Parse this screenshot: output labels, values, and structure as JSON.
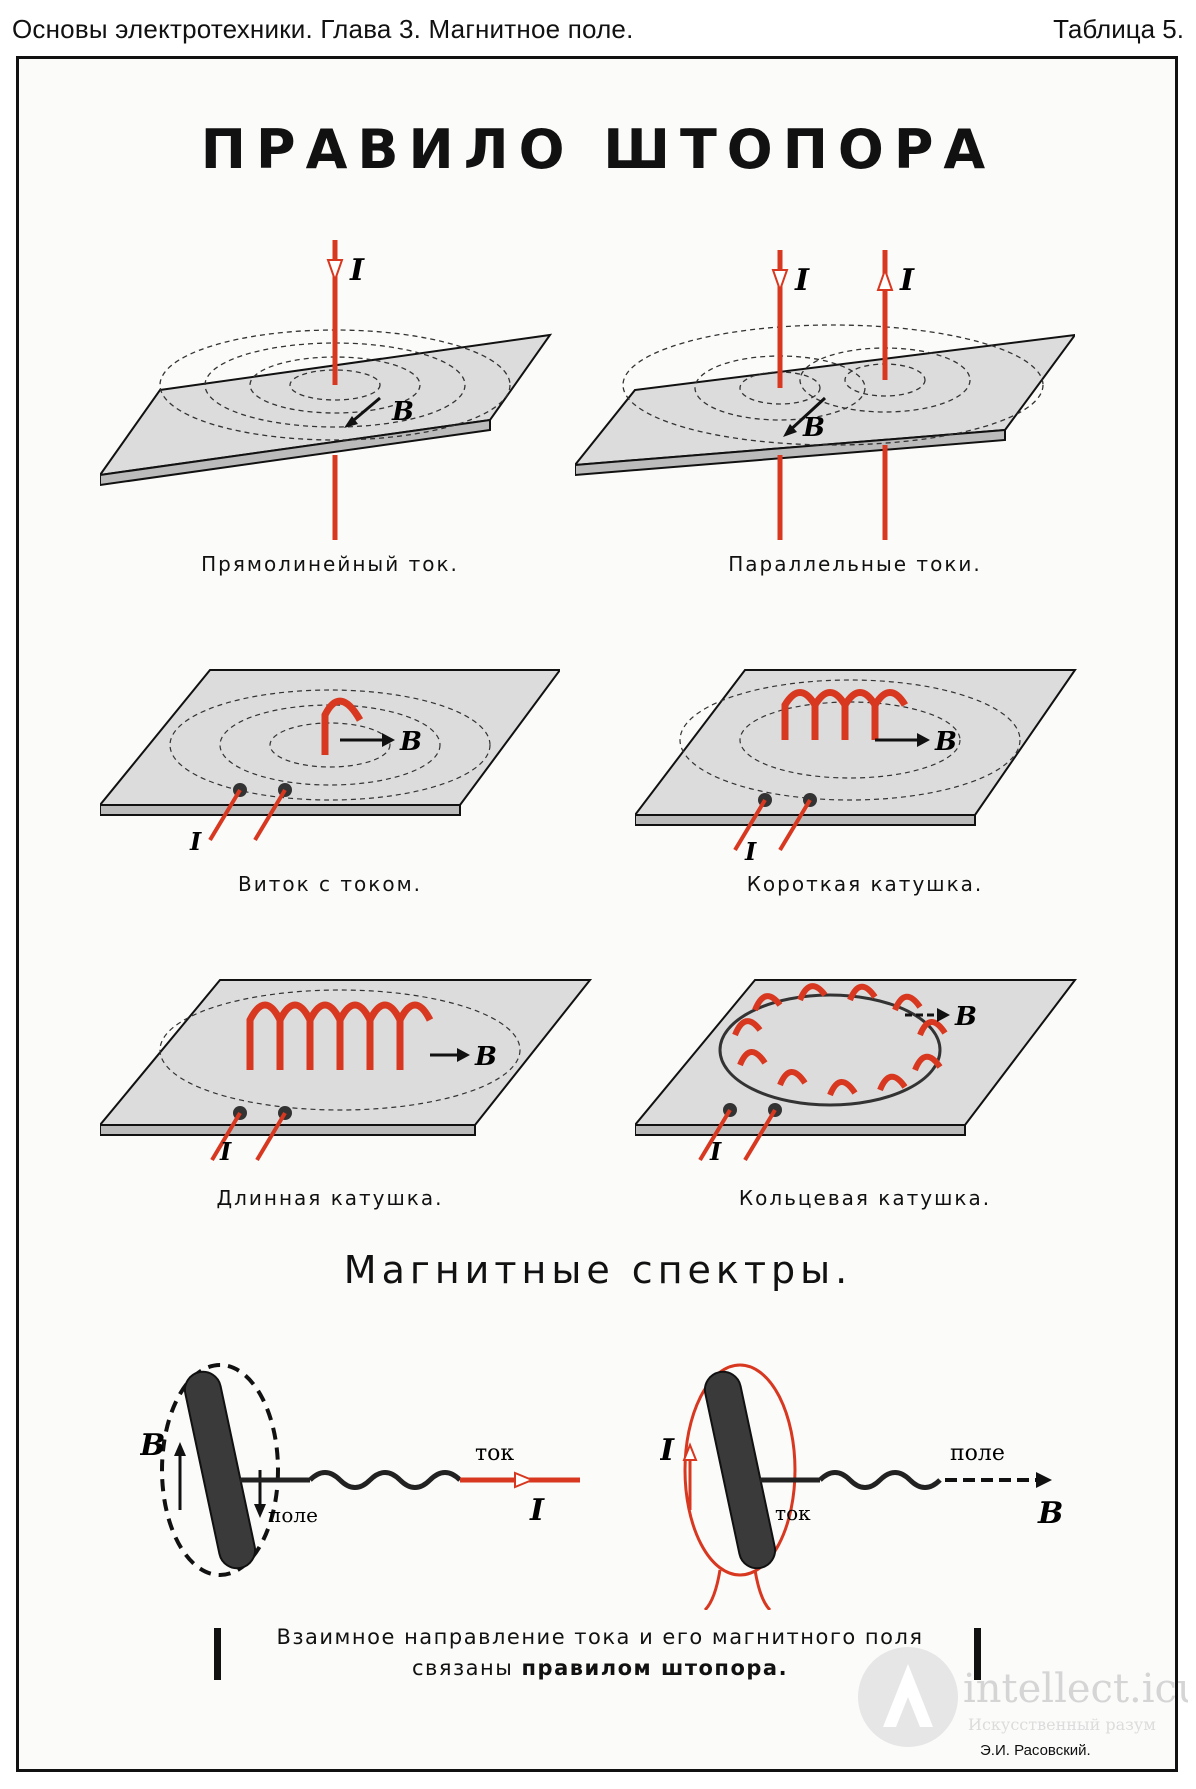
{
  "header": {
    "left": "Основы электротехники. Глава 3. Магнитное поле.",
    "right": "Таблица 5."
  },
  "title": "ПРАВИЛО ШТОПОРА",
  "panels": [
    {
      "caption": "Прямолинейный ток.",
      "labels": [
        "I",
        "B"
      ]
    },
    {
      "caption": "Параллельные токи.",
      "labels": [
        "I",
        "I",
        "B"
      ]
    },
    {
      "caption": "Виток с током.",
      "labels": [
        "B",
        "I"
      ]
    },
    {
      "caption": "Короткая катушка.",
      "labels": [
        "B",
        "I"
      ]
    },
    {
      "caption": "Длинная катушка.",
      "labels": [
        "B",
        "I"
      ]
    },
    {
      "caption": "Кольцевая катушка.",
      "labels": [
        "B",
        "I"
      ]
    }
  ],
  "subtitle": "Магнитные спектры.",
  "corkscrew_left": {
    "b_label": "B",
    "field_label": "поле",
    "current_label": "ток",
    "i_label": "I"
  },
  "corkscrew_right": {
    "i_label": "I",
    "current_label": "ток",
    "field_label": "поле",
    "b_label": "B"
  },
  "rule_text": {
    "line1": "Взаимное направление тока и его магнитного поля",
    "line2_normal": "связаны",
    "line2_bold": "правилом штопора."
  },
  "author": "Э.И. Расовский.",
  "watermark": {
    "text": "intellect.icu",
    "subtext": "Искусственный разум"
  },
  "colors": {
    "current_red": "#d8381f",
    "ink": "#111111",
    "plate": "#dcdcdc"
  }
}
